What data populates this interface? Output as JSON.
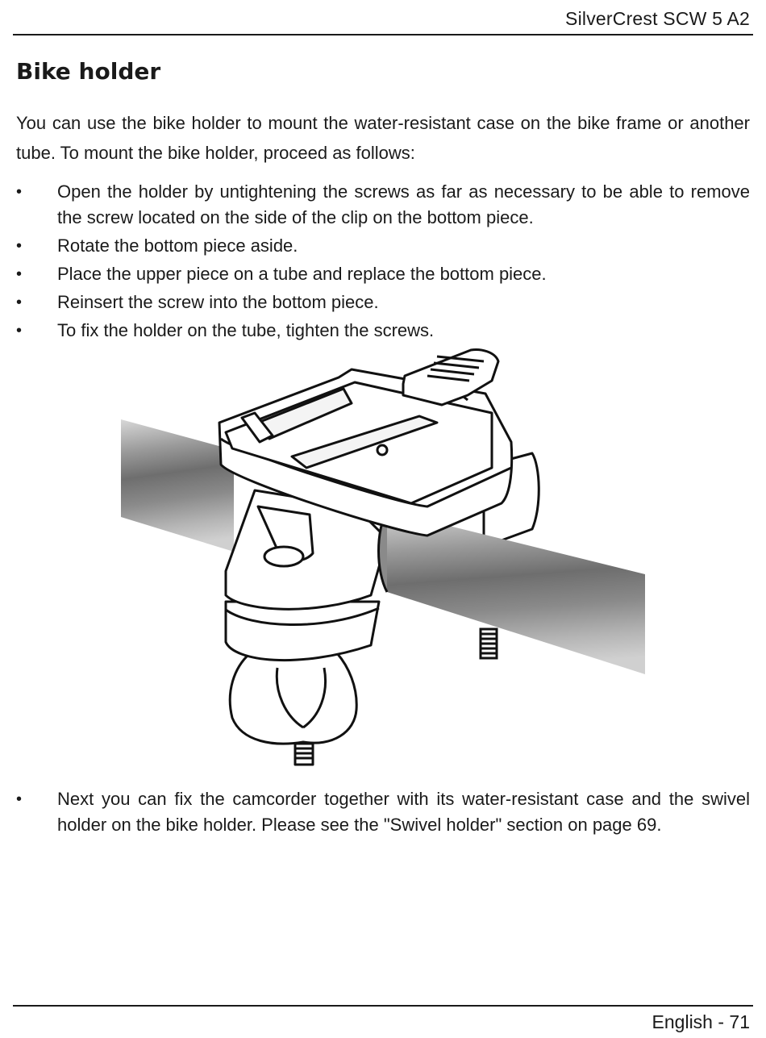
{
  "header": {
    "product": "SilverCrest SCW 5 A2"
  },
  "section": {
    "title": "Bike holder",
    "intro": "You can use the bike holder to mount the water-resistant case on the bike frame or another tube. To mount the bike holder, proceed as follows:",
    "steps": [
      "Open the holder by untightening the screws as far as necessary to be able to remove the screw located on the side of the clip on the bottom piece.",
      "Rotate the bottom piece aside.",
      "Place the upper piece on a tube and replace the bottom piece.",
      "Reinsert the screw into the bottom piece.",
      "To fix the holder on the tube, tighten the screws."
    ],
    "final_step": "Next you can fix the camcorder together with its water-resistant case and the swivel holder on the bike holder. Please see the \"Swivel holder\" section on page 69.",
    "bullet_glyph": "•"
  },
  "footer": {
    "page_label": "English - 71"
  },
  "illustration": {
    "icon": "bike-holder-illustration"
  }
}
